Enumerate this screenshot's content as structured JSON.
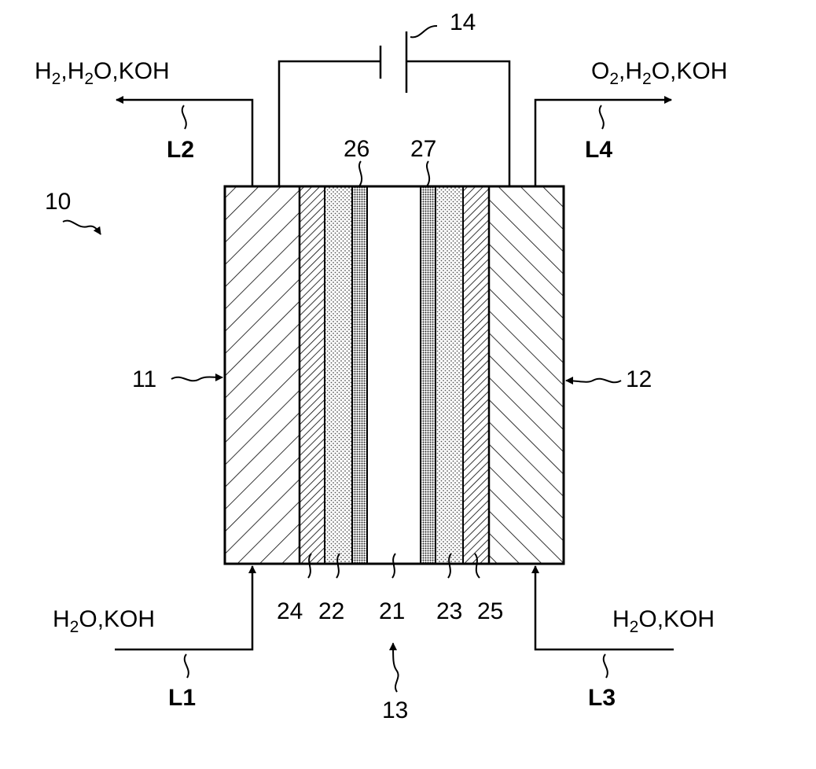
{
  "labels": {
    "device": "10",
    "anode_chamber": "11",
    "cathode_chamber": "12",
    "cell": "13",
    "power_source": "14",
    "membrane": "21",
    "layer_22": "22",
    "layer_23": "23",
    "layer_24": "24",
    "layer_25": "25",
    "layer_26": "26",
    "layer_27": "27",
    "line_L1": "L1",
    "line_L2": "L2",
    "line_L3": "L3",
    "line_L4": "L4"
  },
  "flows": {
    "outlet_left": {
      "a": "H",
      "a_sub": "2",
      "b": ",H",
      "b_sub": "2",
      "c": "O,KOH"
    },
    "outlet_right": {
      "a": "O",
      "a_sub": "2",
      "b": ",H",
      "b_sub": "2",
      "c": "O,KOH"
    },
    "inlet_left": {
      "a": "H",
      "a_sub": "2",
      "c": "O,KOH"
    },
    "inlet_right": {
      "a": "H",
      "a_sub": "2",
      "c": "O,KOH"
    }
  },
  "colors": {
    "stroke": "#000000",
    "background": "#ffffff"
  }
}
